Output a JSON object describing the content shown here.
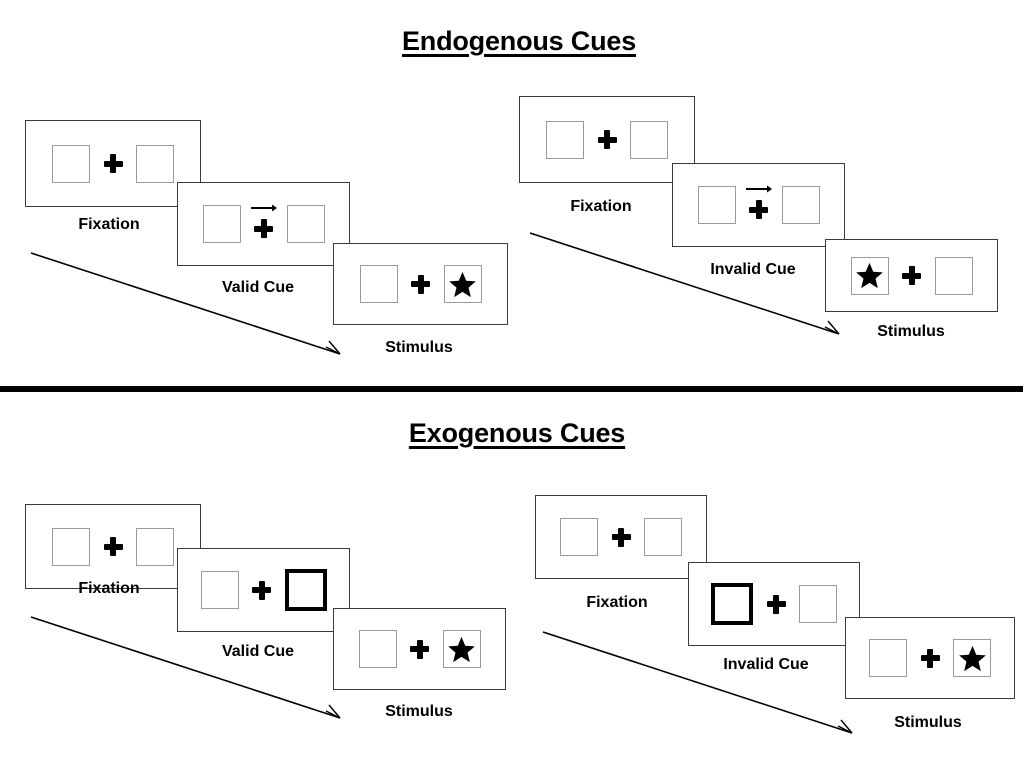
{
  "meta": {
    "colors": {
      "background": "#ffffff",
      "panel_border": "#3b3b3b",
      "slot_border": "#9a9a9a",
      "cue_highlight": "#000000",
      "text": "#000000",
      "divider": "#000000"
    }
  },
  "sections": [
    {
      "id": "endogenous",
      "title": "Endogenous Cues",
      "cue_type": "arrow",
      "columns": [
        {
          "id": "endogenous-valid",
          "cue_label": "Valid Cue",
          "panels": [
            {
              "id": "endogenous-valid-fixation",
              "caption": "Fixation",
              "left_slot": "empty",
              "right_slot": "empty",
              "center": "plus",
              "cue": "none"
            },
            {
              "id": "endogenous-valid-cue",
              "caption": "Valid Cue",
              "left_slot": "empty",
              "right_slot": "empty",
              "center": "plus",
              "cue": "arrow-right"
            },
            {
              "id": "endogenous-valid-stimulus",
              "caption": "Stimulus",
              "left_slot": "empty",
              "right_slot": "star",
              "center": "plus",
              "cue": "none"
            }
          ]
        },
        {
          "id": "endogenous-invalid",
          "cue_label": "Invalid Cue",
          "panels": [
            {
              "id": "endogenous-invalid-fixation",
              "caption": "Fixation",
              "left_slot": "empty",
              "right_slot": "empty",
              "center": "plus",
              "cue": "none"
            },
            {
              "id": "endogenous-invalid-cue",
              "caption": "Invalid Cue",
              "left_slot": "empty",
              "right_slot": "empty",
              "center": "plus",
              "cue": "arrow-right"
            },
            {
              "id": "endogenous-invalid-stimulus",
              "caption": "Stimulus",
              "left_slot": "star",
              "right_slot": "empty",
              "center": "plus",
              "cue": "none"
            }
          ]
        }
      ]
    },
    {
      "id": "exogenous",
      "title": "Exogenous Cues",
      "cue_type": "box-flash",
      "columns": [
        {
          "id": "exogenous-valid",
          "cue_label": "Valid Cue",
          "panels": [
            {
              "id": "exogenous-valid-fixation",
              "caption": "Fixation",
              "left_slot": "empty",
              "right_slot": "empty",
              "center": "plus",
              "cue": "none"
            },
            {
              "id": "exogenous-valid-cue",
              "caption": "Valid Cue",
              "left_slot": "empty",
              "right_slot": "cued",
              "center": "plus",
              "cue": "box-right"
            },
            {
              "id": "exogenous-valid-stimulus",
              "caption": "Stimulus",
              "left_slot": "empty",
              "right_slot": "star",
              "center": "plus",
              "cue": "none"
            }
          ]
        },
        {
          "id": "exogenous-invalid",
          "cue_label": "Invalid Cue",
          "panels": [
            {
              "id": "exogenous-invalid-fixation",
              "caption": "Fixation",
              "left_slot": "empty",
              "right_slot": "empty",
              "center": "plus",
              "cue": "none"
            },
            {
              "id": "exogenous-invalid-cue",
              "caption": "Invalid Cue",
              "left_slot": "cued",
              "right_slot": "empty",
              "center": "plus",
              "cue": "box-left"
            },
            {
              "id": "exogenous-invalid-stimulus",
              "caption": "Stimulus",
              "left_slot": "empty",
              "right_slot": "star",
              "center": "plus",
              "cue": "none"
            }
          ]
        }
      ]
    }
  ]
}
